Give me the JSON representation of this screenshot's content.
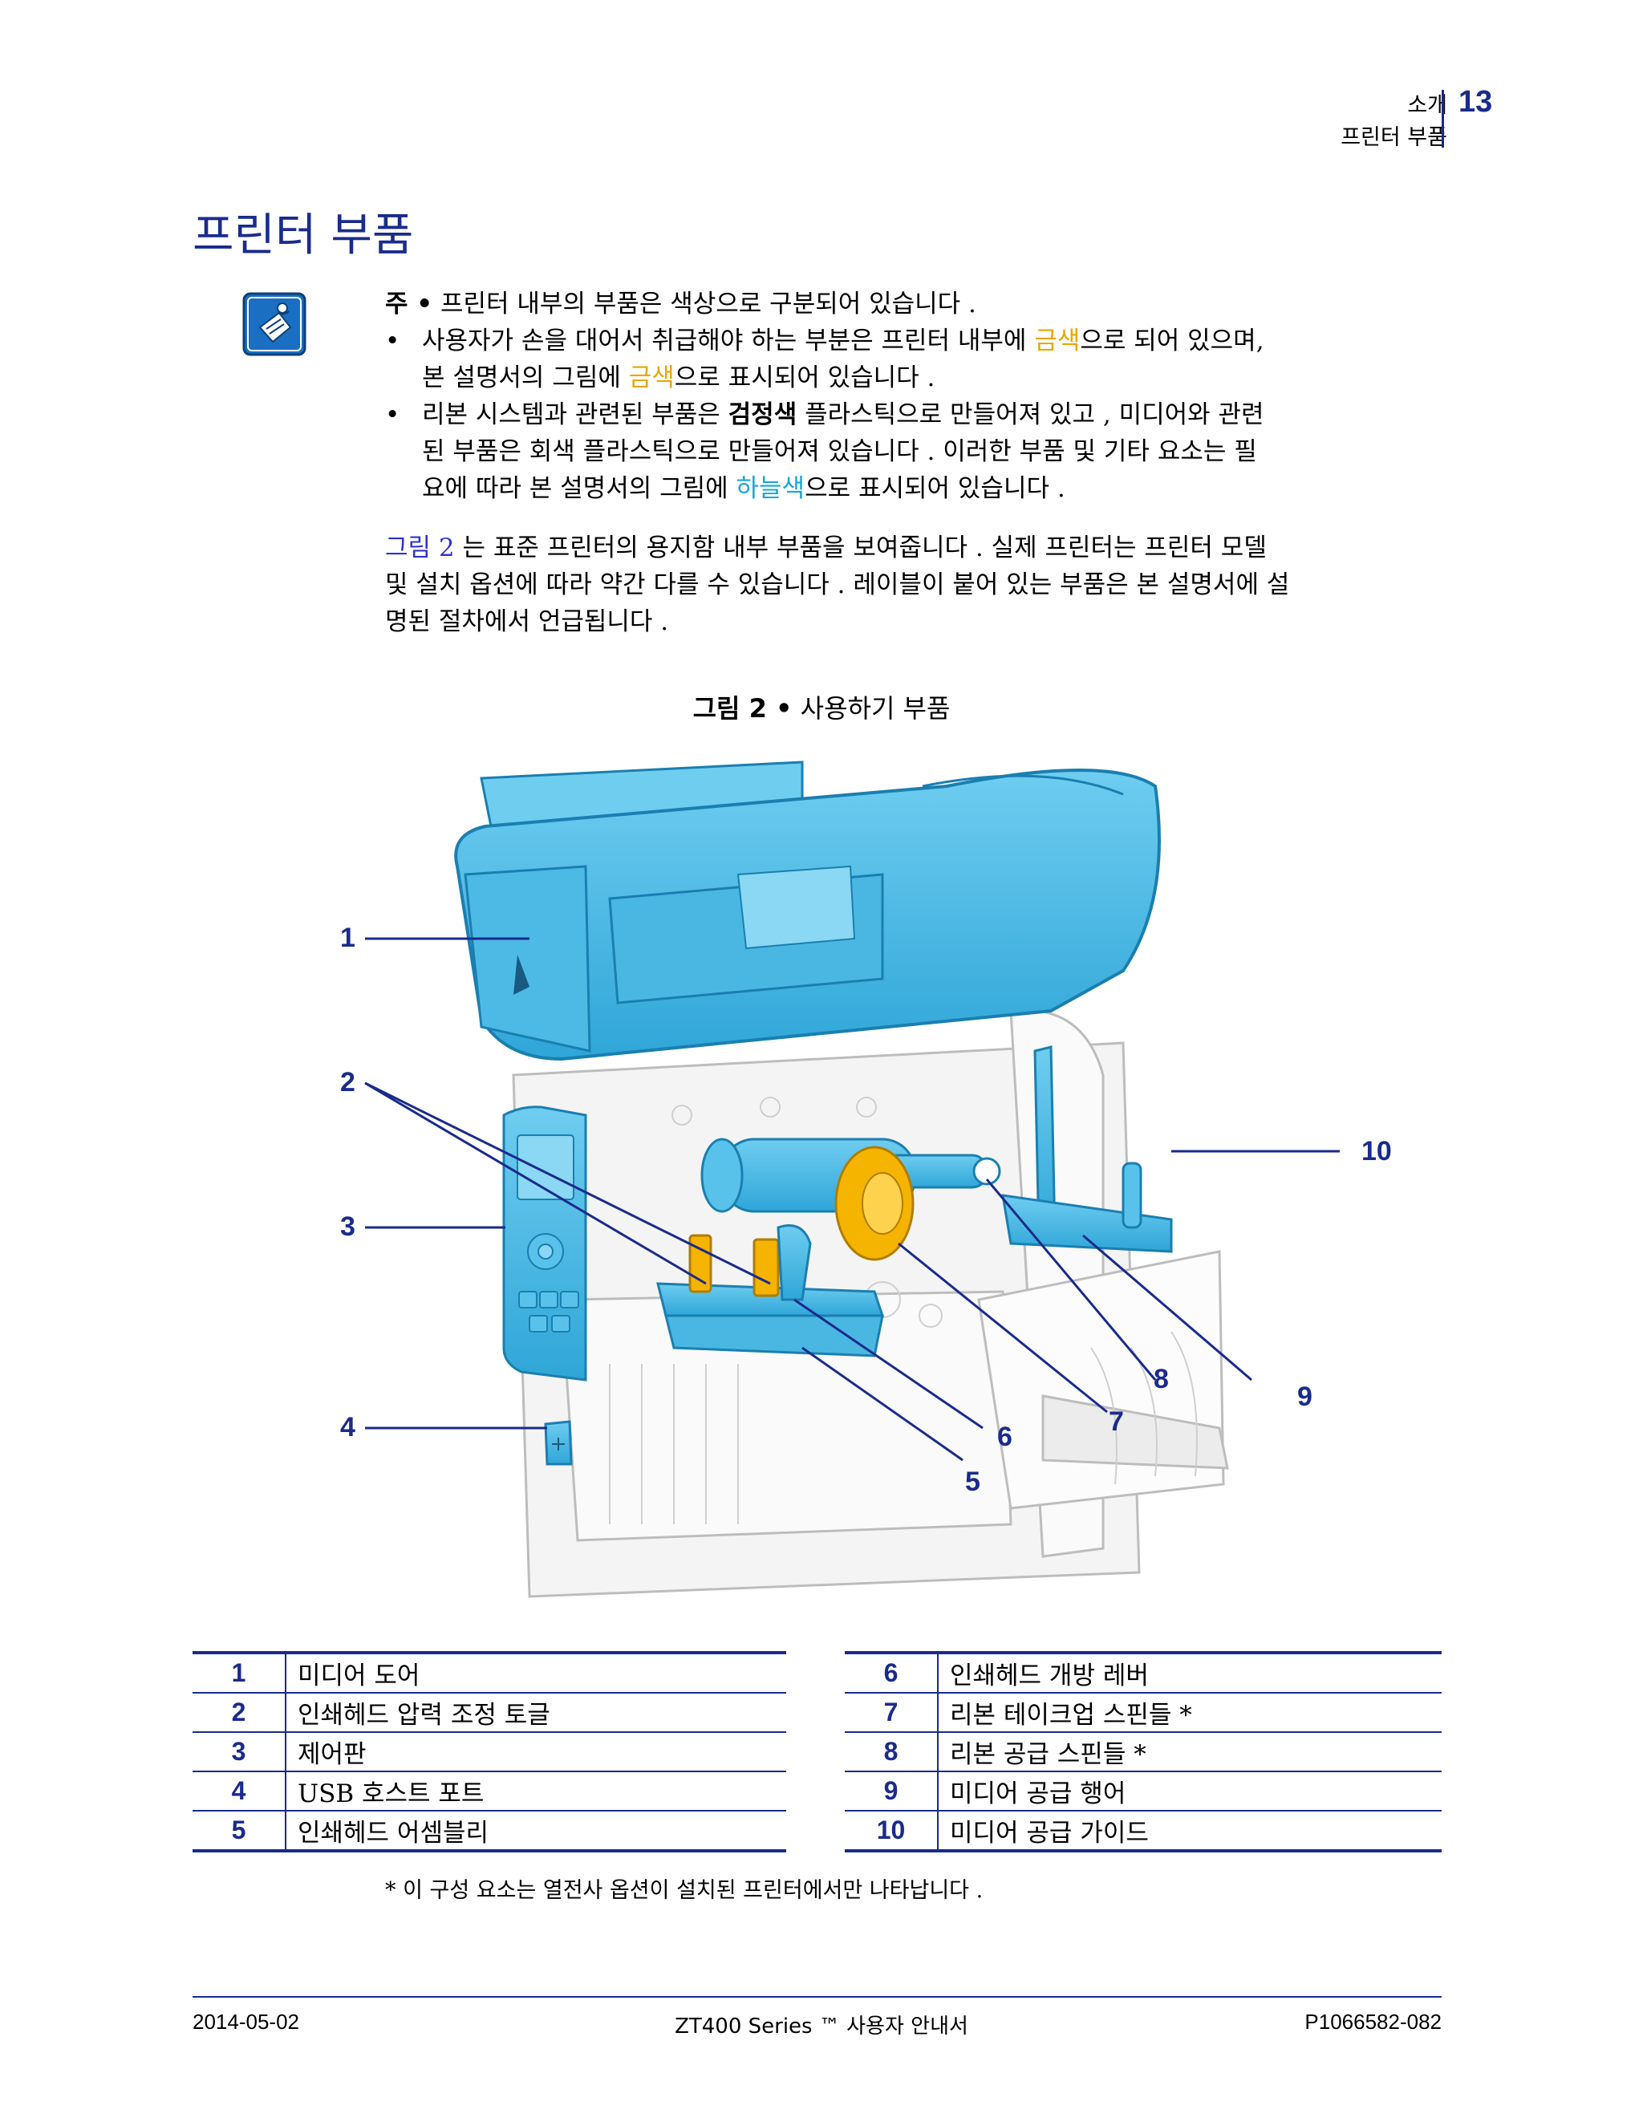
{
  "header": {
    "section": "소개",
    "subsection": "프린터 부품",
    "page_number": "13"
  },
  "title": "프린터 부품",
  "note": {
    "icon": "note-hand-icon",
    "lead_label": "주 •",
    "lead_text": "프린터 내부의 부품은 색상으로 구분되어 있습니다 .",
    "bullet1_a": "사용자가 손을 대어서 취급해야 하는 부분은 프린터 내부에 ",
    "bullet1_gold1": "금색",
    "bullet1_b": "으로 되어 있으며,",
    "bullet1_c": "본 설명서의 그림에 ",
    "bullet1_gold2": "금색",
    "bullet1_d": "으로 표시되어 있습니다 .",
    "bullet2_a": "리본 시스템과 관련된 부품은 ",
    "bullet2_bold": "검정색",
    "bullet2_b": " 플라스틱으로 만들어져 있고 , 미디어와 관련",
    "bullet2_c": "된 부품은 회색 플라스틱으로 만들어져 있습니다 . 이러한 부품 및 기타 요소는 필",
    "bullet2_d": "요에 따라 본 설명서의 그림에 ",
    "bullet2_cyan": "하늘색",
    "bullet2_e": "으로 표시되어 있습니다 ."
  },
  "paragraph": {
    "ref": "그림 2",
    "line1": " 는 표준 프린터의 용지함 내부 부품을 보여줍니다 . 실제 프린터는 프린터 모델",
    "line2": "및 설치 옵션에 따라 약간 다를 수 있습니다 . 레이블이 붙어 있는 부품은 본 설명서에 설",
    "line3": "명된 절차에서 언급됩니다 ."
  },
  "figure": {
    "caption_prefix": "그림 2 •",
    "caption_text": " 사용하기 부품",
    "callouts": [
      "1",
      "2",
      "3",
      "4",
      "5",
      "6",
      "7",
      "8",
      "9",
      "10"
    ]
  },
  "parts_left": [
    {
      "num": "1",
      "label": "미디어 도어"
    },
    {
      "num": "2",
      "label": "인쇄헤드 압력 조정 토글"
    },
    {
      "num": "3",
      "label": "제어판"
    },
    {
      "num": "4",
      "label": "USB 호스트 포트"
    },
    {
      "num": "5",
      "label": "인쇄헤드 어셈블리"
    }
  ],
  "parts_right": [
    {
      "num": "6",
      "label": "인쇄헤드 개방 레버"
    },
    {
      "num": "7",
      "label": "리본 테이크업 스핀들 *"
    },
    {
      "num": "8",
      "label": "리본 공급 스핀들 *"
    },
    {
      "num": "9",
      "label": "미디어 공급 행어"
    },
    {
      "num": "10",
      "label": "미디어 공급 가이드"
    }
  ],
  "footnote": "* 이 구성 요소는 열전사 옵션이 설치된 프린터에서만 나타납니다 .",
  "footer": {
    "date": "2014-05-02",
    "doc_title": "ZT400 Series ™ 사용자 안내서",
    "doc_number": "P1066582-082"
  },
  "colors": {
    "brand_blue": "#1a2b8c",
    "part_cyan": "#3cb4e0",
    "touch_gold": "#f5b400"
  }
}
